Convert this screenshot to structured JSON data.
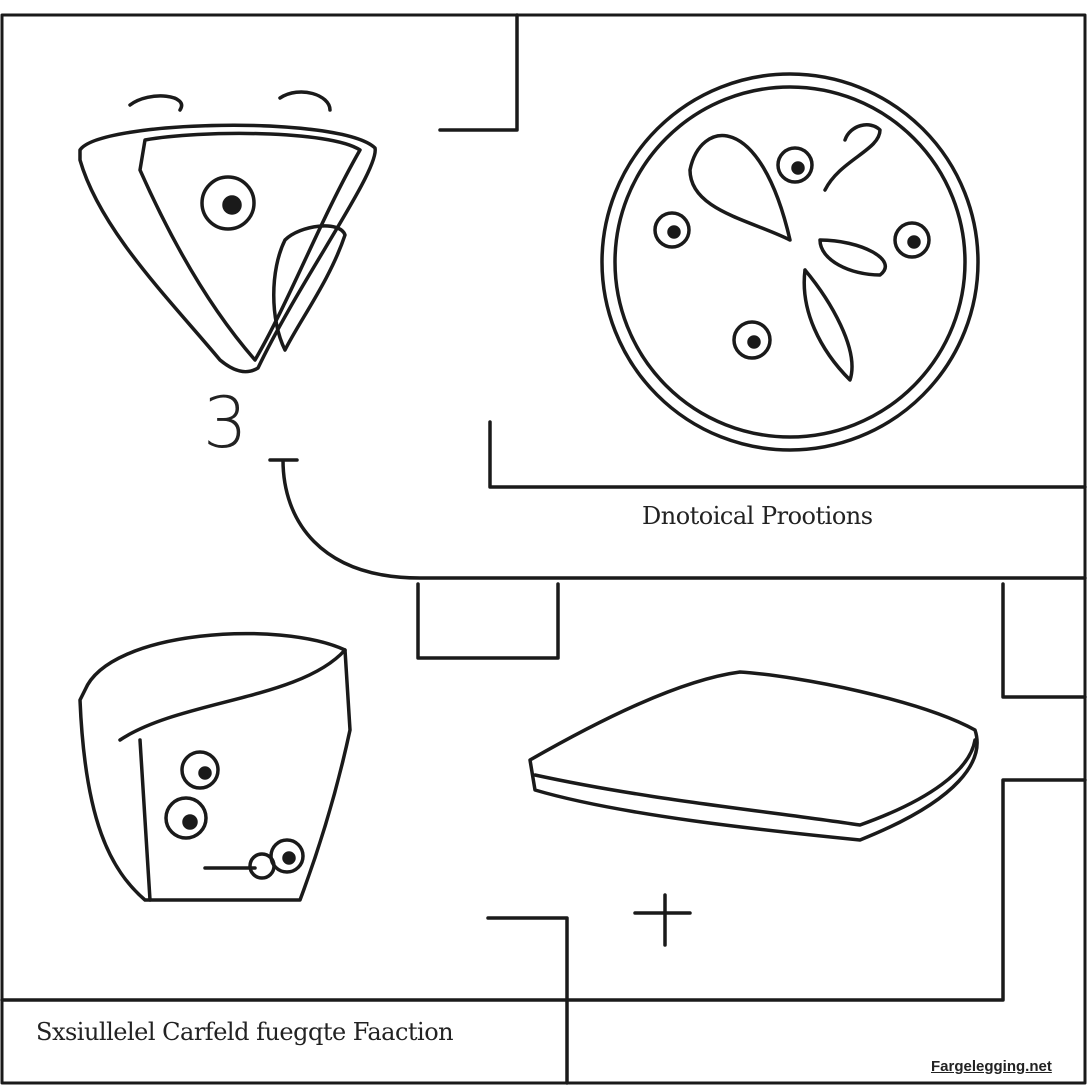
{
  "labels": {
    "top_right_caption": "Dnotoical Prootions",
    "bottom_left_caption": "Sxsiullelel Carfeld fuegqte Faaction",
    "number": "3"
  },
  "watermark": "Fargelegging.net",
  "colors": {
    "line": "#1a1a1a",
    "background": "#ffffff"
  }
}
